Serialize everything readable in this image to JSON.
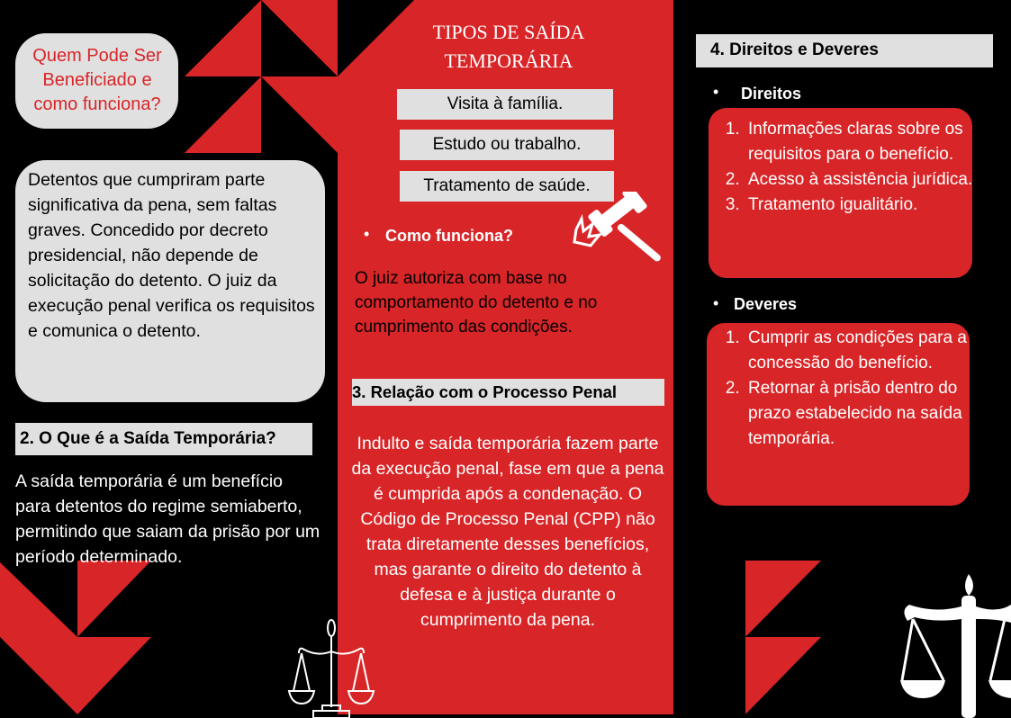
{
  "colors": {
    "red": "#d82528",
    "black": "#000000",
    "light_gray": "#e0e0e0",
    "white": "#ffffff"
  },
  "panel1": {
    "heading": "Quem Pode Ser Beneficiado e como funciona?",
    "body": "Detentos que cumpriram parte significativa da pena, sem faltas graves. Concedido por decreto presidencial, não depende de solicitação do detento. O juiz da execução penal verifica os requisitos e comunica o detento.",
    "section2_title": "2. O Que é a Saída Temporária?",
    "section2_body": "A saída temporária é um benefício para detentos do regime semiaberto, permitindo que saiam da prisão por um período determinado."
  },
  "panel2": {
    "title": "TIPOS DE SAÍDA TEMPORÁRIA",
    "types": [
      "Visita à família.",
      "Estudo ou trabalho.",
      "Tratamento de saúde."
    ],
    "how_label": "Como funciona?",
    "how_body": "O juiz autoriza com base no comportamento do detento e no cumprimento das condições.",
    "section3_title": "3. Relação com o Processo Penal",
    "section3_body": "Indulto e saída temporária fazem parte da execução penal, fase em que a pena é cumprida após a condenação. O Código de Processo Penal (CPP) não trata diretamente desses benefícios, mas garante o direito do detento à defesa e à justiça durante o cumprimento da pena."
  },
  "panel3": {
    "section4_title": "4. Direitos e Deveres",
    "rights_label": "Direitos",
    "rights": [
      "Informações claras sobre os requisitos para o benefício.",
      "Acesso à assistência jurídica.",
      "Tratamento igualitário."
    ],
    "duties_label": "Deveres",
    "duties": [
      "Cumprir as condições para a concessão do benefício.",
      "Retornar à prisão dentro do prazo estabelecido na saída temporária."
    ]
  }
}
